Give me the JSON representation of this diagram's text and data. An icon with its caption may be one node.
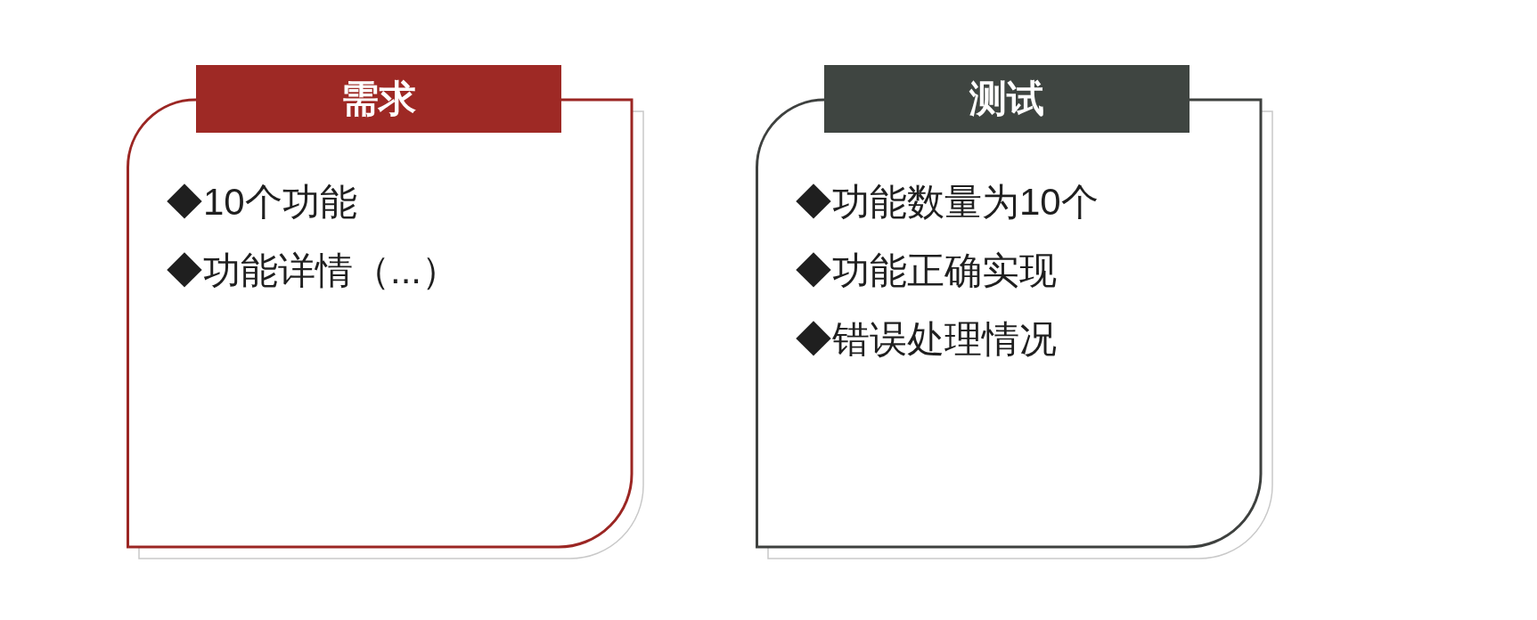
{
  "diagram": {
    "nodes": [
      {
        "text": [
          "需求",
          "◆10个功能",
          "◆功能详情（...）"
        ]
      },
      {
        "text": [
          "测试",
          "◆功能数量为10个",
          "◆功能正确实现",
          "◆错误处理情况"
        ]
      }
    ]
  }
}
